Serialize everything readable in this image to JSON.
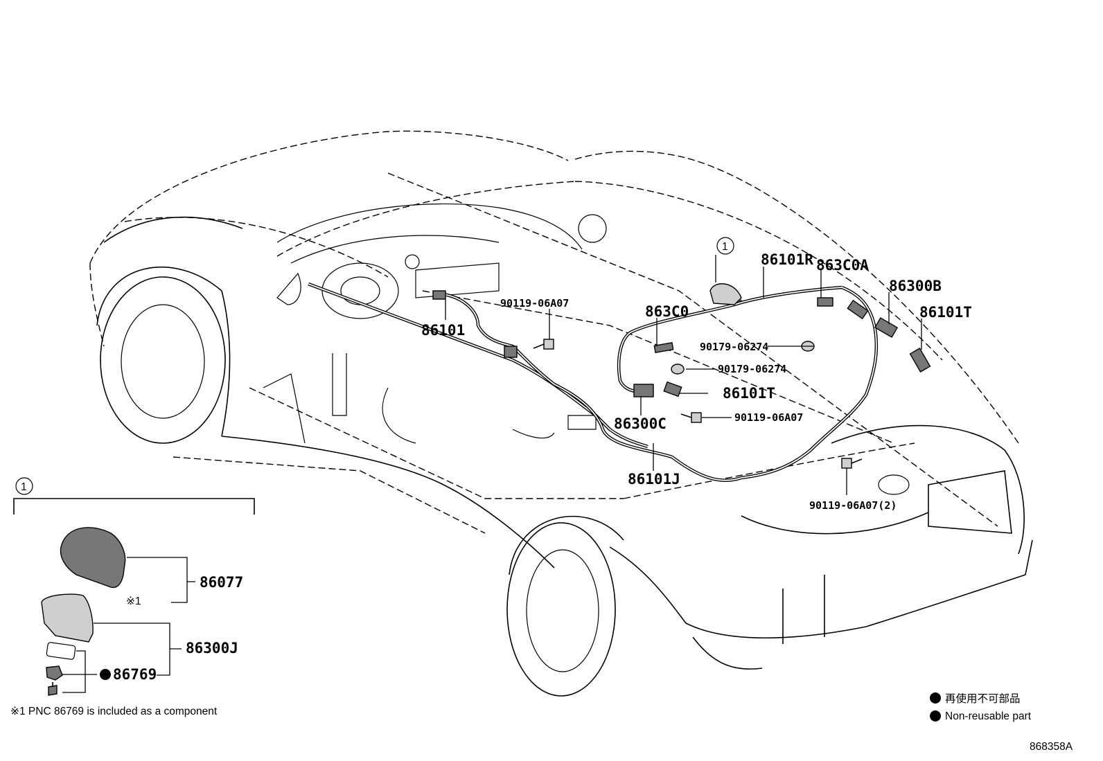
{
  "callouts": {
    "antenna_main": "86101",
    "antenna_roof": "86101R",
    "connector_a": "863C0A",
    "connector": "863C0",
    "amplifier_b": "86300B",
    "cord_t_upper": "86101T",
    "cord_t_mid": "86101T",
    "amplifier_c": "86300C",
    "cord_j": "86101J",
    "bolt_upper": "90119-06A07",
    "bolt_mid": "90119-06A07",
    "bolt_lower": "90119-06A07(2)",
    "clip_upper": "90179-06274",
    "clip_lower": "90179-06274"
  },
  "inset": {
    "circle_marker": "1",
    "roof_marker": "1",
    "cover": "86077",
    "cover_note_mark": "※1",
    "amplifier": "86300J",
    "gasket": "86769",
    "footnote": "※1 PNC 86769 is included as a component"
  },
  "legend": {
    "jp": "再使用不可部品",
    "en": "Non-reusable part"
  },
  "diagram_id": "868358A"
}
